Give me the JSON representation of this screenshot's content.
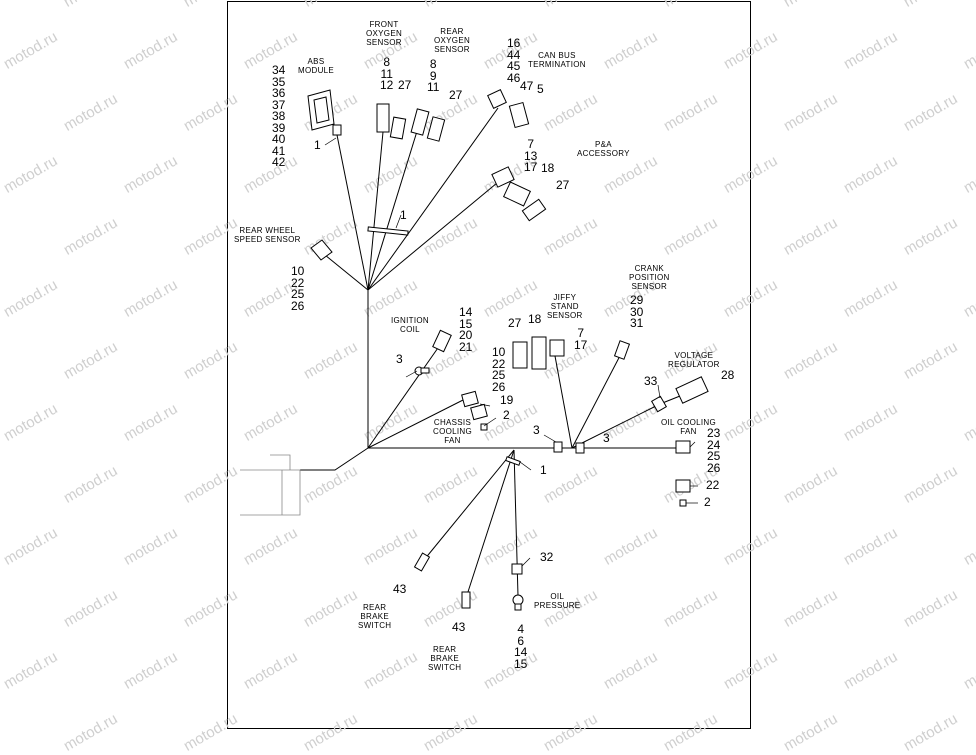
{
  "watermark": "motod.ru",
  "labels": {
    "abs": "ABS\nMODULE",
    "front_o2": "FRONT\nOXYGEN\nSENSOR",
    "rear_o2": "REAR\nOXYGEN\nSENSOR",
    "canbus": "CAN BUS\nTERMINATION",
    "pa": "P&A\nACCESSORY",
    "rear_wheel": "REAR WHEEL\nSPEED SENSOR",
    "ignition": "IGNITION\nCOIL",
    "jiffy": "JIFFY\nSTAND\nSENSOR",
    "crank": "CRANK\nPOSITION\nSENSOR",
    "volt_reg": "VOLTAGE\nREGULATOR",
    "chassis_fan": "CHASSIS\nCOOLING\nFAN",
    "oil_fan": "OIL COOLING\nFAN",
    "oil_pressure": "OIL\nPRESSURE",
    "rear_brake_1": "REAR\nBRAKE\nSWITCH",
    "rear_brake_2": "REAR\nBRAKE\nSWITCH"
  },
  "callouts": {
    "abs_list": "34\n35\n36\n37\n38\n39\n40\n41\n42",
    "abs_1": "1",
    "front_o2_list": "8\n11\n12",
    "front_o2_27": "27",
    "rear_o2_list": "8\n9\n11",
    "rear_o2_27": "27",
    "canbus_list": "16\n44\n45\n46",
    "canbus_47": "47",
    "canbus_5": "5",
    "pa_list": "7\n13\n17",
    "pa_18": "18",
    "pa_27": "27",
    "tie_1": "1",
    "rear_wheel_list": "10\n22\n25\n26",
    "ignition_list": "14\n15\n20\n21",
    "ign_3": "3",
    "jiffy_27": "27",
    "jiffy_18": "18",
    "jiffy_list": "7\n17",
    "mid_list": "10\n22\n25\n26",
    "crank_list": "29\n30\n31",
    "vr_33": "33",
    "vr_28": "28",
    "chassis_19": "19",
    "chassis_2": "2",
    "ground_3a": "3",
    "ground_3b": "3",
    "oil_fan_list": "23\n24\n25\n26",
    "oil_fan_22": "22",
    "oil_fan_2": "2",
    "clip_1": "1",
    "rb1_43": "43",
    "rb2_43": "43",
    "op_32": "32",
    "op_list": "4\n6\n14\n15"
  }
}
